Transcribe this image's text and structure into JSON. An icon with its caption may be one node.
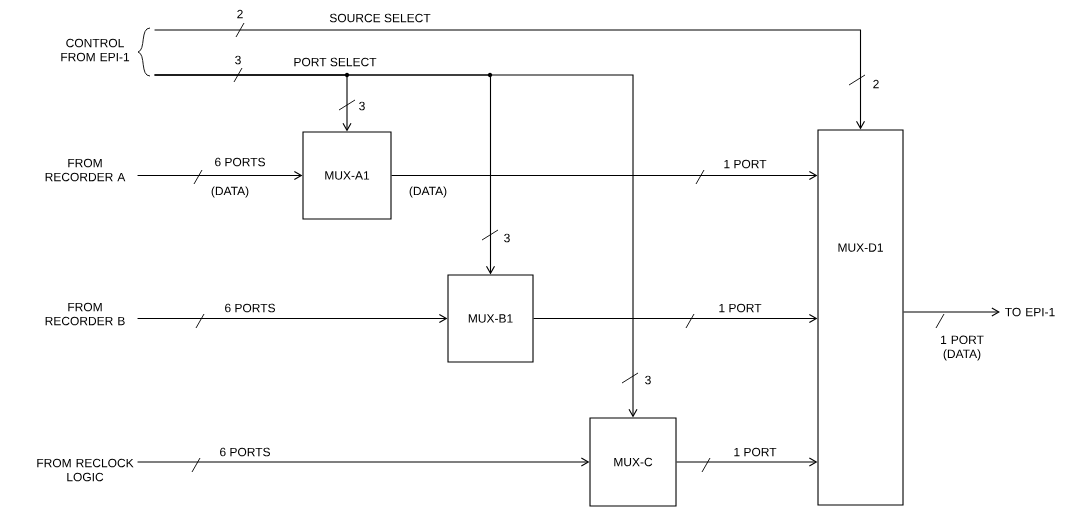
{
  "diagram": {
    "nodes": [
      {
        "text": [
          "CONTROL FROM EPI-1"
        ]
      },
      {
        "text": [
          "FROM RECORDER A"
        ]
      },
      {
        "text": [
          "FROM RECORDER B"
        ]
      },
      {
        "text": [
          "FROM RECLOCK LOGIC"
        ]
      },
      {
        "text": [
          "MUX-A1"
        ]
      },
      {
        "text": [
          "MUX-B1"
        ]
      },
      {
        "text": [
          "MUX-C"
        ]
      },
      {
        "text": [
          "MUX-D1"
        ]
      },
      {
        "text": [
          "TO EPI-1"
        ]
      }
    ],
    "edges": [
      {
        "from": 0,
        "to": 7,
        "arrow": "to",
        "label": "SOURCE SELECT"
      },
      {
        "from": 0,
        "to": 4,
        "arrow": "to",
        "label": "PORT SELECT"
      },
      {
        "from": 0,
        "to": 5,
        "arrow": "to"
      },
      {
        "from": 0,
        "to": 6,
        "arrow": "to"
      },
      {
        "from": 1,
        "to": 4,
        "arrow": "to",
        "label": "6 PORTS"
      },
      {
        "from": 4,
        "to": 7,
        "arrow": "to",
        "label": "1 PORT"
      },
      {
        "from": 2,
        "to": 5,
        "arrow": "to",
        "label": "6 PORTS"
      },
      {
        "from": 5,
        "to": 7,
        "arrow": "to",
        "label": "1 PORT"
      },
      {
        "from": 3,
        "to": 6,
        "arrow": "to",
        "label": "6 PORTS"
      },
      {
        "from": 6,
        "to": 7,
        "arrow": "to",
        "label": "1 PORT"
      },
      {
        "from": 7,
        "to": 8,
        "arrow": "to",
        "label": "1 PORT (DATA)"
      }
    ],
    "labels": [
      "2",
      "3",
      "3",
      "(DATA)",
      "(DATA)",
      "2",
      "3",
      "3"
    ]
  }
}
